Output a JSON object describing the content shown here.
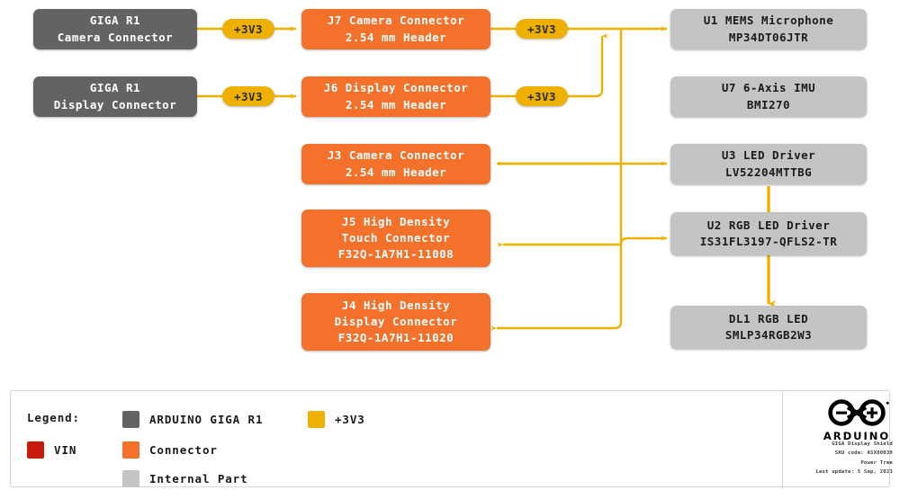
{
  "diagram": {
    "title": "GIGA Display Shield Power Tree",
    "colors": {
      "giga": "#636363",
      "connector": "#f4712b",
      "internal": "#c4c4c4",
      "rail_3v3": "#efb100",
      "vin": "#c81a0c",
      "wire": "#efb100"
    },
    "nodes": {
      "giga_camera": {
        "line1": "GIGA R1",
        "line2": "Camera Connector",
        "type": "ARDUINO GIGA R1"
      },
      "giga_display": {
        "line1": "GIGA R1",
        "line2": "Display Connector",
        "type": "ARDUINO GIGA R1"
      },
      "j7": {
        "line1": "J7 Camera Connector",
        "line2": "2.54 mm Header",
        "type": "Connector"
      },
      "j6": {
        "line1": "J6 Display Connector",
        "line2": "2.54 mm Header",
        "type": "Connector"
      },
      "j3": {
        "line1": "J3 Camera Connector",
        "line2": "2.54 mm Header",
        "type": "Connector"
      },
      "j5": {
        "line1": "J5 High Density",
        "line2": "Touch Connector",
        "line3": "F32Q-1A7H1-11008",
        "type": "Connector"
      },
      "j4": {
        "line1": "J4 High Density",
        "line2": "Display Connector",
        "line3": "F32Q-1A7H1-11020",
        "type": "Connector"
      },
      "u1": {
        "line1": "U1 MEMS Microphone",
        "line2": "MP34DT06JTR",
        "type": "Internal Part"
      },
      "u7": {
        "line1": "U7 6-Axis IMU",
        "line2": "BMI270",
        "type": "Internal Part"
      },
      "u3": {
        "line1": "U3 LED Driver",
        "line2": "LV52204MTTBG",
        "type": "Internal Part"
      },
      "u2": {
        "line1": "U2 RGB LED Driver",
        "line2": "IS31FL3197-QFLS2-TR",
        "type": "Internal Part"
      },
      "dl1": {
        "line1": "DL1 RGB LED",
        "line2": "SMLP34RGB2W3",
        "type": "Internal Part"
      }
    },
    "rails": {
      "pill_a": "+3V3",
      "pill_b": "+3V3",
      "pill_c": "+3V3",
      "pill_d": "+3V3"
    }
  },
  "legend": {
    "title": "Legend:",
    "items": [
      {
        "label": "ARDUINO GIGA R1",
        "color": "#636363"
      },
      {
        "label": "+3V3",
        "color": "#efb100"
      },
      {
        "label": "VIN",
        "color": "#c81a0c"
      },
      {
        "label": "Connector",
        "color": "#f4712b"
      },
      {
        "label": "Internal Part",
        "color": "#c4c4c4"
      }
    ]
  },
  "brand": {
    "wordmark": "ARDUINO",
    "meta_line1": "GIGA Display Shield",
    "meta_line2": "SKU code: ASX00039",
    "meta_line3": "Power Tree",
    "meta_line4": "Last update: 5 Sep, 2023"
  }
}
